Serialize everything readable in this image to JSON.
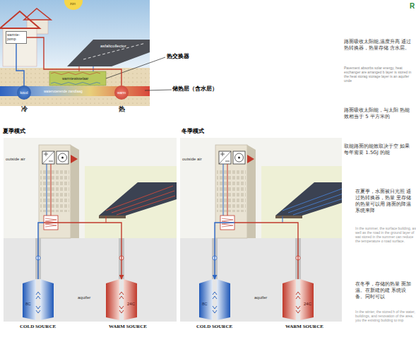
{
  "diagram": {
    "nodes": [
      {
        "text": [
          "warmte- pomp"
        ]
      },
      {
        "text": [
          "koud",
          "冷"
        ]
      },
      {
        "text": [
          "warm",
          "热"
        ]
      },
      {
        "text": [
          "8C",
          "COLD SOURCE"
        ]
      },
      {
        "text": [
          "24C",
          "WARM SOURCE"
        ]
      },
      {
        "text": [
          "8C",
          "COLD SOURCE"
        ]
      },
      {
        "text": [
          "24C",
          "WARM SOURCE"
        ]
      }
    ],
    "edges": [
      {
        "from": 1,
        "to": 0,
        "arrow": "none"
      },
      {
        "from": 0,
        "to": 2,
        "arrow": "none"
      },
      {
        "from": 3,
        "to": 4,
        "arrow": "to"
      },
      {
        "from": 6,
        "to": 5,
        "arrow": "to"
      }
    ],
    "labels": [
      "zon",
      "asfaltcollector",
      "warmtewisselaar",
      "watervoerende zandlaag",
      "R",
      "热交换器",
      "储热层（含水层）",
      "路面吸收太阳能,温度升高 通过热转换器，热量存储 含水层。",
      "Pavement absorbs solar energy, heat exchanger are arranged b layer is stored in the heat storag storage layer is an aquifer unde",
      "路面吸收太阳能，与太阳 热能效相当于 5 平方米的",
      "取能路面的能效取决于空 如果每年需要 1.5GJ 的能",
      "夏季模式",
      "冬季模式",
      "outside air",
      "outside air",
      "在夏季，水面被日光照 通过热转换器，热量 里存储的热量可以用 路面的降温系统来降",
      "In the summer, the surface building, as well as the road in the ground layer of wat stored in the summer can reduce the temperature o road surface.",
      "aquifer",
      "aquifer",
      "在冬季，存储的热量 面加温。在新建的建 系统设备。同时可以",
      "In the winter, the stored h of the water, buildings, and renovation of the area, you the existing building to imp"
    ]
  }
}
